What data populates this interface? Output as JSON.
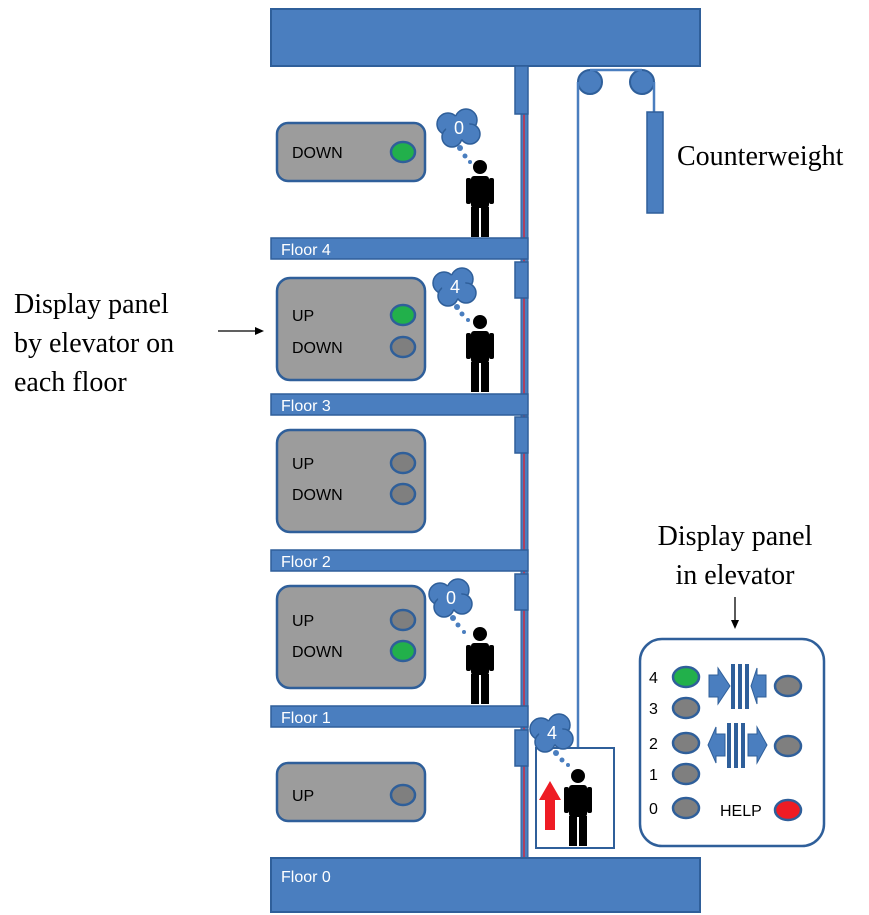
{
  "floors": [
    {
      "label": "Floor 4"
    },
    {
      "label": "Floor 3"
    },
    {
      "label": "Floor 2"
    },
    {
      "label": "Floor 1"
    },
    {
      "label": "Floor 0"
    }
  ],
  "panels": [
    {
      "id": "floor4",
      "rows": [
        {
          "label": "DOWN",
          "state": "on"
        }
      ]
    },
    {
      "id": "floor3",
      "rows": [
        {
          "label": "UP",
          "state": "on"
        },
        {
          "label": "DOWN",
          "state": "off"
        }
      ]
    },
    {
      "id": "floor2",
      "rows": [
        {
          "label": "UP",
          "state": "off"
        },
        {
          "label": "DOWN",
          "state": "off"
        }
      ]
    },
    {
      "id": "floor1",
      "rows": [
        {
          "label": "UP",
          "state": "off"
        },
        {
          "label": "DOWN",
          "state": "on"
        }
      ]
    },
    {
      "id": "floor0",
      "rows": [
        {
          "label": "UP",
          "state": "off"
        }
      ]
    }
  ],
  "thoughts": [
    {
      "where": "floor4-person",
      "value": "0"
    },
    {
      "where": "floor3-person",
      "value": "4"
    },
    {
      "where": "floor1-person",
      "value": "0"
    },
    {
      "where": "elevator-person",
      "value": "4"
    }
  ],
  "annotations": {
    "counterweight": "Counterweight",
    "floor_panel": [
      "Display panel",
      "by elevator on",
      "each floor"
    ],
    "car_panel": [
      "Display panel",
      "in elevator"
    ]
  },
  "car_panel": {
    "floor_buttons": [
      {
        "label": "4",
        "state": "on"
      },
      {
        "label": "3",
        "state": "off"
      },
      {
        "label": "2",
        "state": "off"
      },
      {
        "label": "1",
        "state": "off"
      },
      {
        "label": "0",
        "state": "off"
      }
    ],
    "help_label": "HELP",
    "help_state": "alarm",
    "door_close_state": "off",
    "door_open_state": "off"
  },
  "colors": {
    "structure": "#4a7ebf",
    "structure_border": "#2f5f9a",
    "panel_fill": "#9c9c9c",
    "lamp_on": "#22b04b",
    "lamp_off": "#7f7f7f",
    "lamp_alarm": "#ee1c24",
    "arrow_up": "#ee1c24"
  }
}
